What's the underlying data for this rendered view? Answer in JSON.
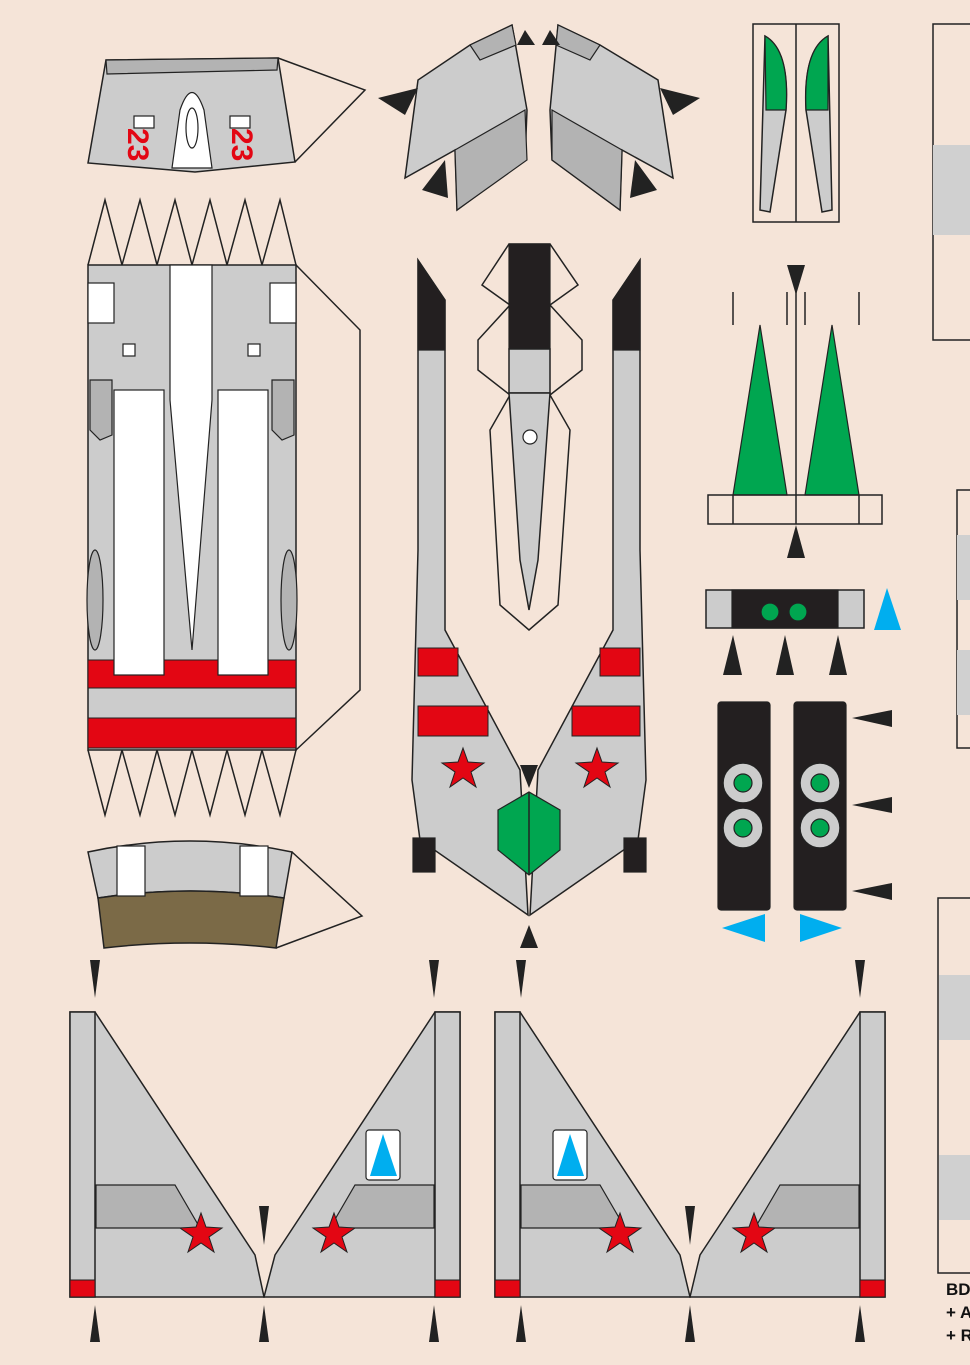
{
  "decals": {
    "number_left": "23",
    "number_right": "23"
  },
  "footer": {
    "line1": "BD",
    "line2": "+ A",
    "line3": "+ R"
  },
  "colors": {
    "background": "#f5e4d8",
    "grey": "#cccccc",
    "red": "#e30613",
    "green": "#00a650",
    "blue": "#00aeef",
    "black": "#231f20"
  }
}
